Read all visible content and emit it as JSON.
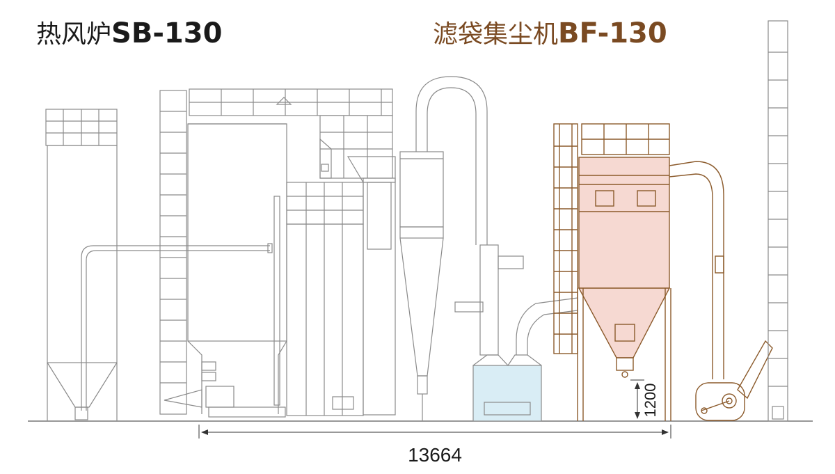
{
  "titles": {
    "left": {
      "name": "热风炉",
      "model": "SB-130",
      "color": "#1a1a1a"
    },
    "right": {
      "name": "滤袋集尘机",
      "model": "BF-130",
      "color": "#7a4a22"
    }
  },
  "dimensions": {
    "overall_length": "13664",
    "hopper_clearance": "1200"
  },
  "colors": {
    "line_gray": "#8a8a8a",
    "line_brown": "#8b5a2b",
    "fill_pink": "#f6d9d2",
    "fill_blue": "#d9edf5",
    "ground": "#777777"
  }
}
